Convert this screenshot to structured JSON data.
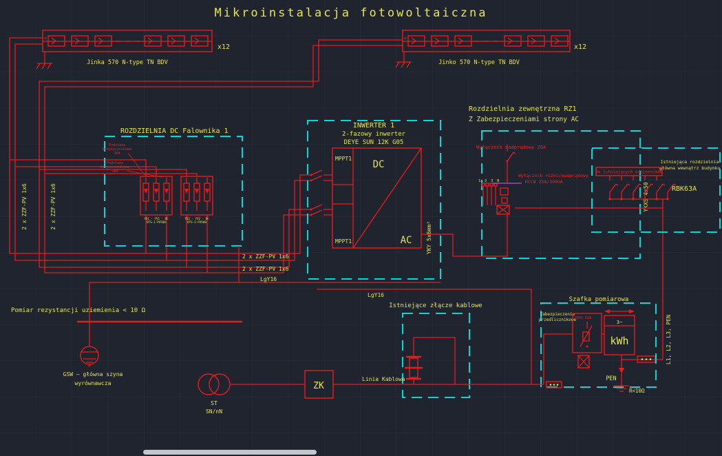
{
  "title": "Mikroinstalacja fotowoltaiczna",
  "colors": {
    "background": "#20242f",
    "wire_red": "#e81c1c",
    "box_cyan": "#00dcdc",
    "text_yellow": "#e6e64e"
  },
  "pv": {
    "left_label": "Jinka 570 N-type TN BDV",
    "left_count": "x12",
    "right_label": "Jinko 570 N-type TN BDV",
    "right_count": "x12",
    "plus": "+"
  },
  "dc_board": {
    "title": "ROZDZIELNIA DC Falownika 1",
    "fuse_base_line1": "Podstawa",
    "fuse_base_line2": "bezpiecznikowa",
    "fuse_base_line3": "16A",
    "spd1_line1": "YD1 - YV1 - DC",
    "spd1_line2": "DTS-1-PV500",
    "spd2_line1": "YD2 - YV2 - DC",
    "spd2_line2": "DTS-2-PV500"
  },
  "inverter": {
    "title": "INWERTER 1",
    "subtitle": "2-fazowy inwerter",
    "model": "DEYE SUN 12K G05",
    "mppt_top": "MPPT1",
    "mppt_bottom": "MPPT1",
    "dc_label": "DC",
    "ac_label": "AC",
    "ac_cable": "YKY 5x6mm²"
  },
  "rz1": {
    "title_line1": "Rozdzielnia zewnętrzna RZ1",
    "title_line2": "Z Zabezpieczeniami strony AC",
    "mcb_label": "Wyłącznik nadprądowy 20A",
    "terminals": "1 2 3 N",
    "rcd_line1": "Wyłącznik różnicowoprądowy",
    "rcd_line2": "RCCB 25A/300mA",
    "out_cable": "YKXS 4x50"
  },
  "main_board": {
    "note_line1": "Istniejąca rozdzielnia",
    "note_line2": "główna wewnątrz budynku",
    "feeder_label": "Do istniejących odbiorników",
    "breaker_label": "RBK63A"
  },
  "meter_cabinet": {
    "title": "Szafka pomiarowa",
    "prefuse_line1": "Zabezpieczenie",
    "prefuse_line2": "przedlicznikowe",
    "fuse_model": "SV91 63A",
    "meter_phases": "3~",
    "meter_unit": "kWh",
    "pen_label": "PEN",
    "phases_cable": "L1, L2, L3, PEN"
  },
  "cable_joint": {
    "title": "Istniejące złącze kablowe"
  },
  "earthing": {
    "test_note": "Pomiar rezystancji uziemienia < 10 Ω",
    "gsw_line1": "GSW — główna szyna",
    "gsw_line2": "wyrównawcza",
    "resistance": "R<10Ω"
  },
  "grid_supply": {
    "transformer_line1": "ST",
    "transformer_line2": "SN/nN",
    "connection_box": "ZK",
    "cable_label": "Linia Kablowa"
  },
  "cables": {
    "string_v1": "2 x ZZF-PV 1x6",
    "string_v2": "2 x ZZF-PV 1x6",
    "string_h1": "2 x ZZF-PV 1x6",
    "string_h2": "2 x ZZF-PV 1x6",
    "earth_h1": "LgY16",
    "earth_h2": "LgY16"
  }
}
